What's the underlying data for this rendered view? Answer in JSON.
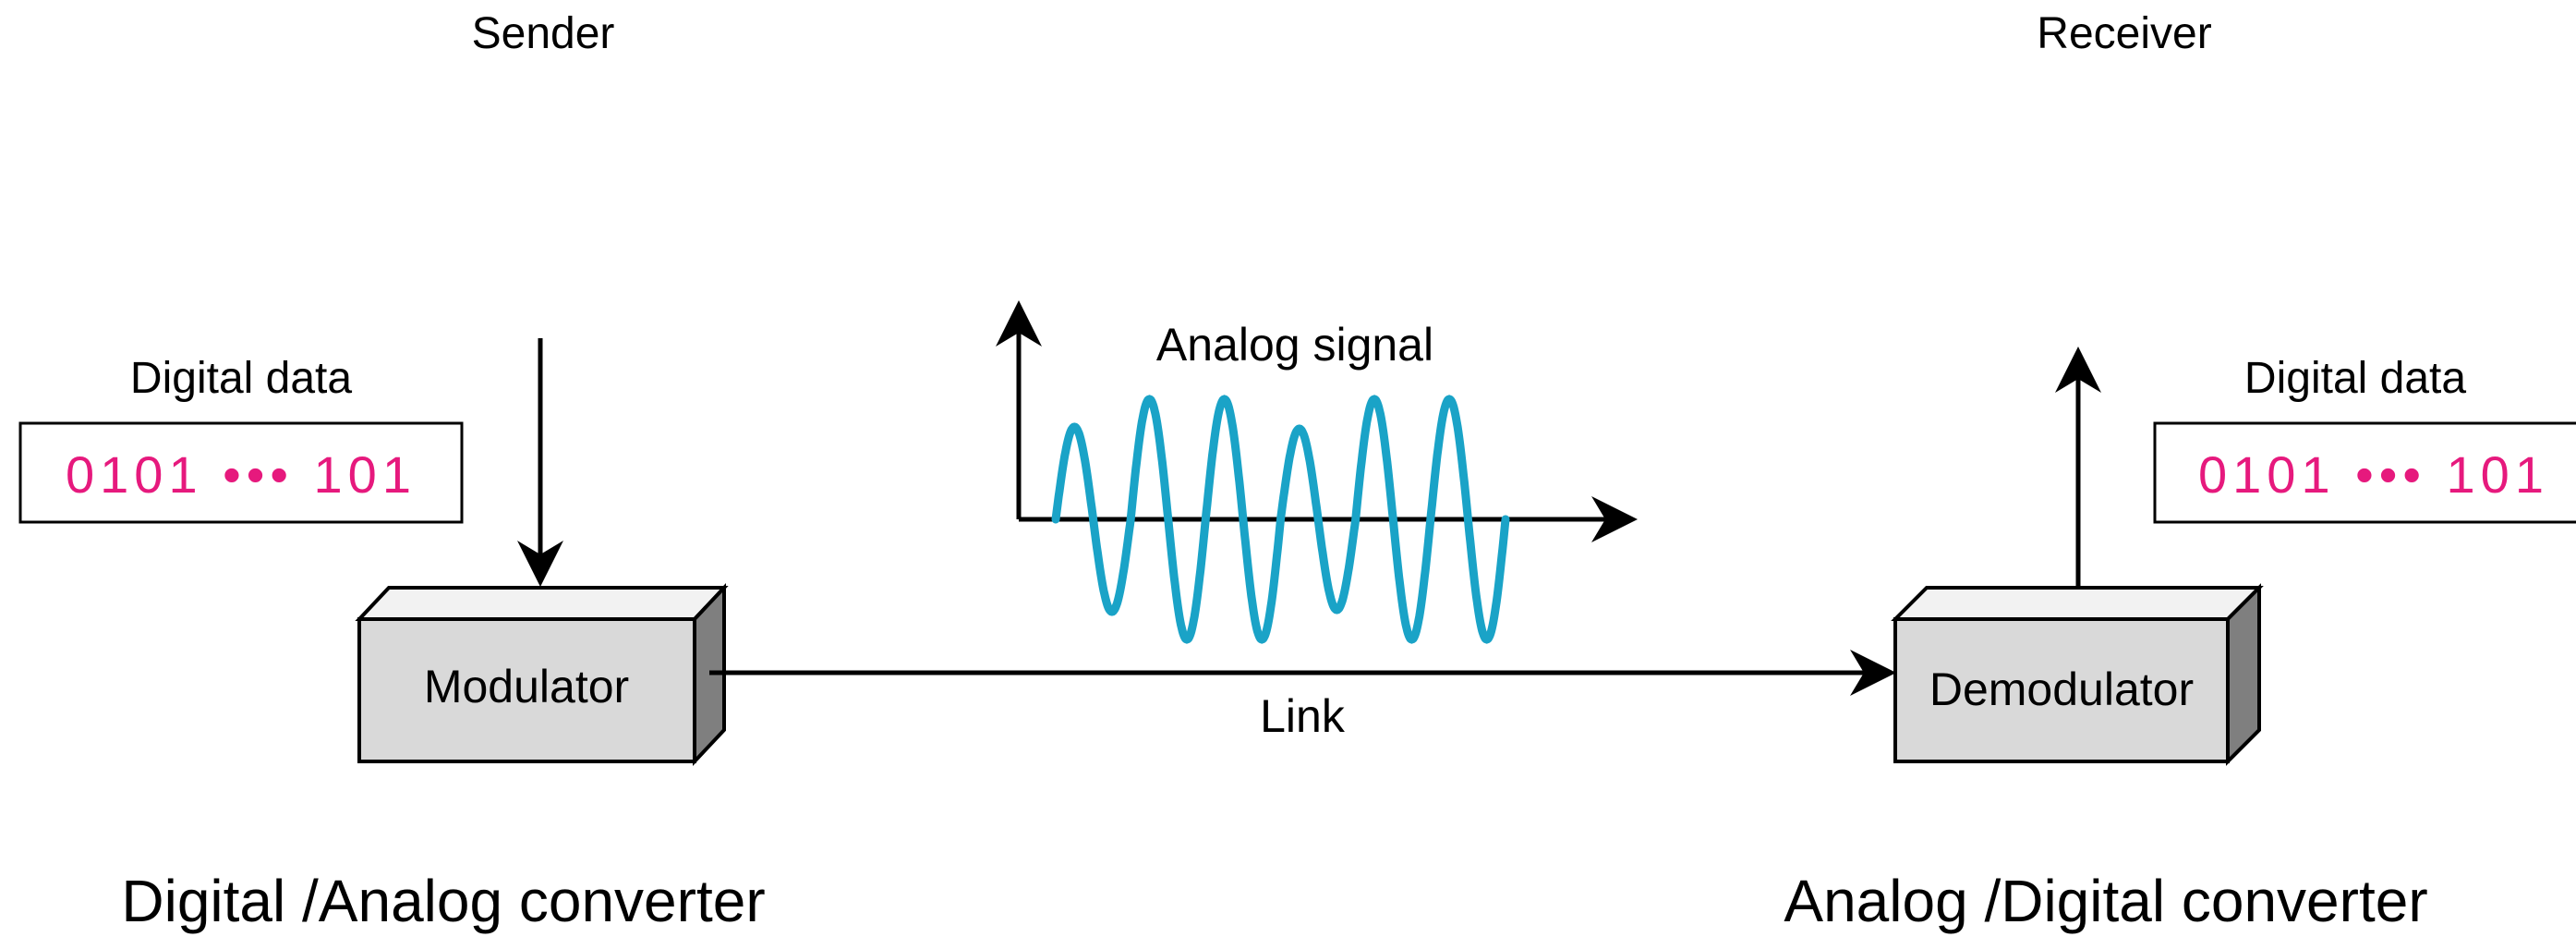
{
  "sender": {
    "label": "Sender"
  },
  "receiver": {
    "label": "Receiver"
  },
  "sender_data": {
    "label": "Digital data",
    "bits": "0101 ••• 101"
  },
  "receiver_data": {
    "label": "Digital data",
    "bits": "0101 ••• 101"
  },
  "signal": {
    "label": "Analog signal"
  },
  "modulator": {
    "label": "Modulator"
  },
  "demodulator": {
    "label": "Demodulator"
  },
  "link": {
    "label": "Link"
  },
  "captions": {
    "left": "Digital /Analog converter",
    "right": "Analog /Digital converter"
  },
  "colors": {
    "bits": "#e6197d",
    "wave": "#1aa3c7",
    "box_front": "#d9d9d9",
    "box_top": "#f2f2f2",
    "box_side": "#7f7f7f"
  }
}
